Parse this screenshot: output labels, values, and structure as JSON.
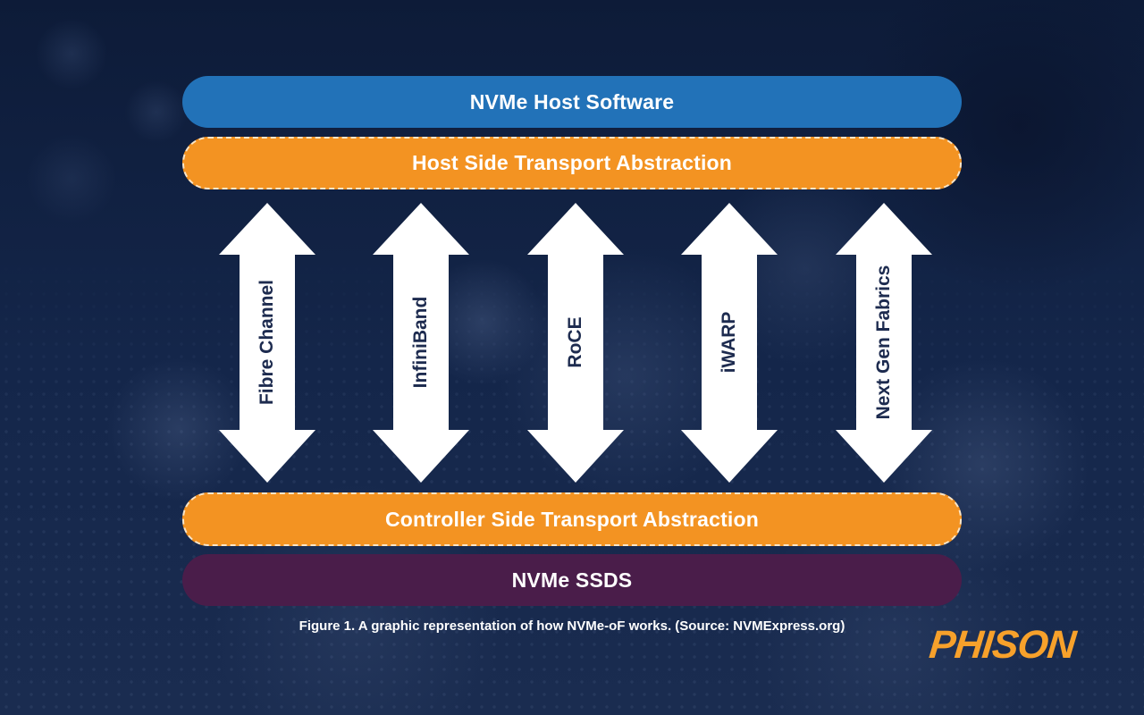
{
  "diagram": {
    "layers": {
      "host_software": "NVMe Host Software",
      "host_transport": "Host Side Transport Abstraction",
      "controller_transport": "Controller Side Transport Abstraction",
      "ssds": "NVMe SSDS"
    },
    "fabrics": [
      {
        "label": "Fibre Channel"
      },
      {
        "label": "InfiniBand"
      },
      {
        "label": "RoCE"
      },
      {
        "label": "iWARP"
      },
      {
        "label": "Next Gen Fabrics"
      }
    ],
    "caption": "Figure 1. A graphic representation of how NVMe-oF works. (Source: NVMExpress.org)",
    "logo": "PHISON"
  },
  "colors": {
    "background": "#0f1f3d",
    "host_software": "#2272b8",
    "transport": "#f39322",
    "ssds": "#4a1d4a",
    "arrow_fill": "#ffffff",
    "arrow_text": "#1d2b4f",
    "logo": "#f7a12b"
  }
}
